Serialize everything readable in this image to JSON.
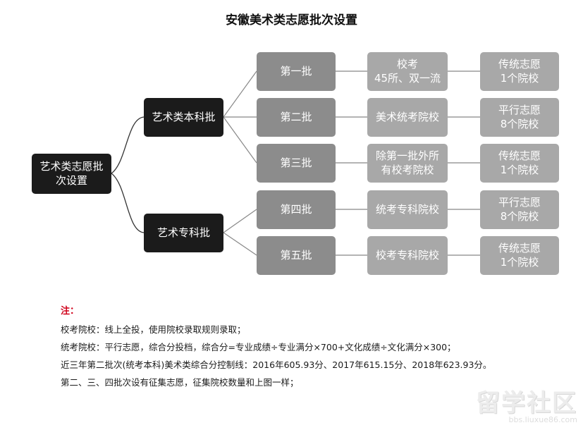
{
  "title": "安徽美术类志愿批次设置",
  "root": {
    "lines": [
      "艺术类志愿批",
      "次设置"
    ]
  },
  "categories": [
    {
      "label": "艺术类本科批"
    },
    {
      "label": "艺术专科批"
    }
  ],
  "batches": [
    {
      "name": "第一批",
      "schools": [
        "校考",
        "45所、双一流"
      ],
      "volunteer": [
        "传统志愿",
        "1个院校"
      ]
    },
    {
      "name": "第二批",
      "schools": [
        "美术统考院校"
      ],
      "volunteer": [
        "平行志愿",
        "8个院校"
      ]
    },
    {
      "name": "第三批",
      "schools": [
        "除第一批外所",
        "有校考院校"
      ],
      "volunteer": [
        "传统志愿",
        "1个院校"
      ]
    },
    {
      "name": "第四批",
      "schools": [
        "统考专科院校"
      ],
      "volunteer": [
        "平行志愿",
        "8个院校"
      ]
    },
    {
      "name": "第五批",
      "schools": [
        "校考专科院校"
      ],
      "volunteer": [
        "传统志愿",
        "1个院校"
      ]
    }
  ],
  "notes": {
    "heading": "注：",
    "lines": [
      "校考院校：线上全投，使用院校录取规则录取；",
      "统考院校：平行志愿，综合分投档，综合分=专业成绩÷专业满分×700+文化成绩÷文化满分×300；",
      "近三年第二批次(统考本科)美术类综合分控制线：2016年605.93分、2017年615.15分、2018年623.93分。",
      "第二、三、四批次设有征集志愿，征集院校数量和上图一样；"
    ]
  },
  "watermark": {
    "main": "留学社区",
    "sub": "bbs.liuxue86.com"
  },
  "colors": {
    "dark_box": "#1b1b1b",
    "batch_box": "#8c8c8c",
    "detail_box": "#a8a8a8",
    "note_heading": "#d0021b"
  }
}
